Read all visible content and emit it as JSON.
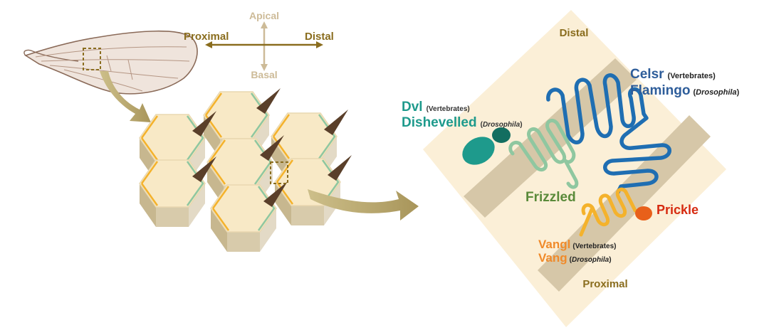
{
  "axes": {
    "apical": "Apical",
    "basal": "Basal",
    "proximal": "Proximal",
    "distal": "Distal"
  },
  "membrane": {
    "distal": "Distal",
    "proximal": "Proximal"
  },
  "proteins": {
    "dvl": {
      "name": "Dvl",
      "note": "(Vertebrates)"
    },
    "dishevelled": {
      "name": "Dishevelled",
      "paren_open": "(",
      "species": "Drosophila",
      "paren_close": ")"
    },
    "celsr": {
      "name": "Celsr",
      "note": "(Vertebrates)"
    },
    "flamingo": {
      "name": "Flamingo",
      "paren_open": "(",
      "species": "Drosophila",
      "paren_close": ")"
    },
    "frizzled": {
      "name": "Frizzled"
    },
    "prickle": {
      "name": "Prickle"
    },
    "vangl": {
      "name": "Vangl",
      "note": "(Vertebrates)"
    },
    "vang": {
      "name": "Vang",
      "paren_open": "(",
      "species": "Drosophila",
      "paren_close": ")"
    }
  },
  "colors": {
    "axis_dark": "#8a6d1e",
    "axis_light": "#cdbb98",
    "panel_bg": "#fbefd7",
    "membrane": "#d6c7a8",
    "dvl": "#1e9a8c",
    "celsr": "#2e5d9a",
    "frizzled": "#5a8a3a",
    "prickle": "#d62a10",
    "vangl": "#f08a2a",
    "arrow": "#b5a36d"
  }
}
